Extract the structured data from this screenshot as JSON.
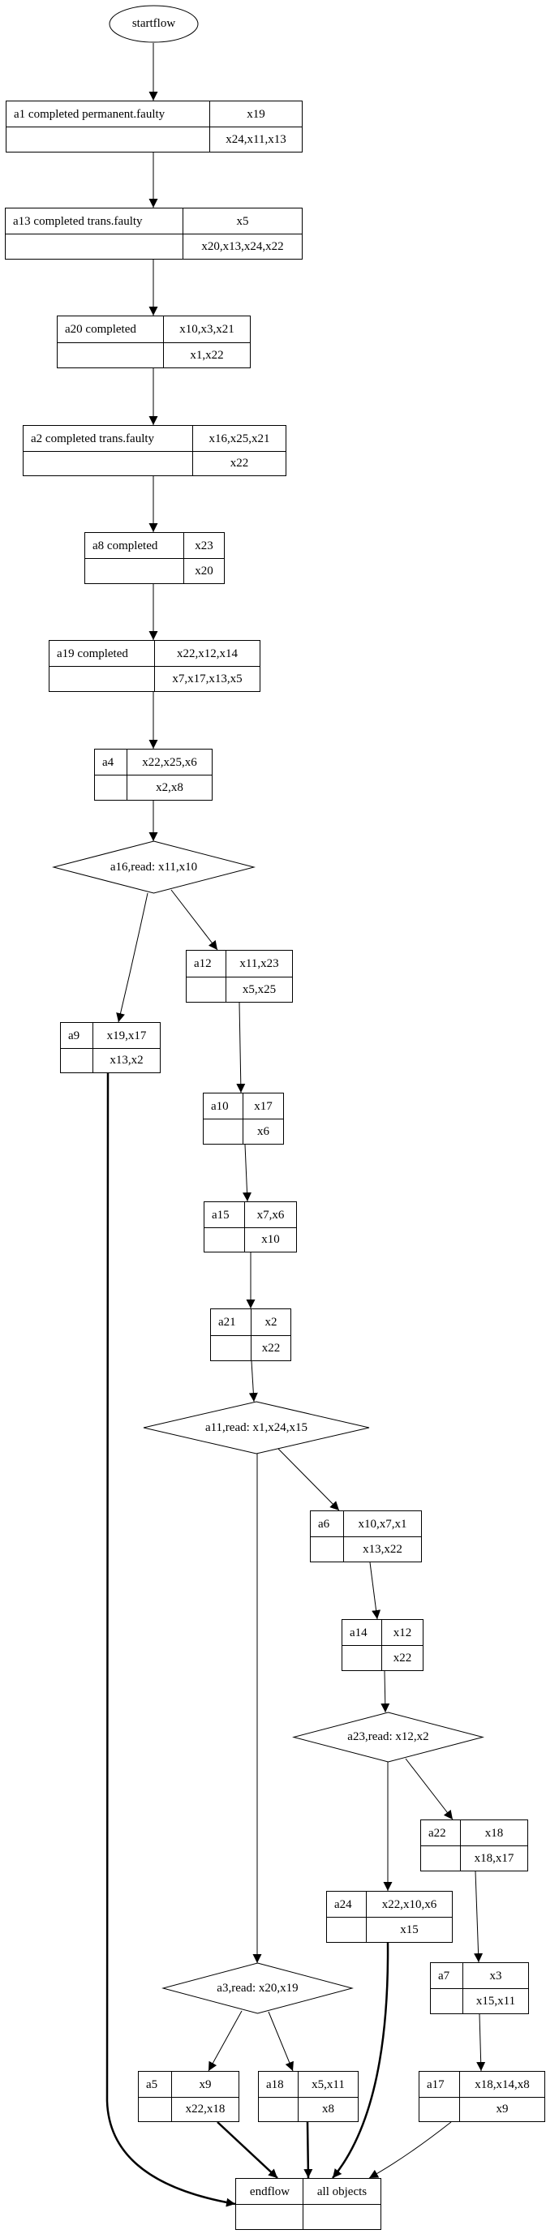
{
  "start": {
    "label": "startflow"
  },
  "nodes": {
    "a1": {
      "name": "a1  completed permanent.faulty",
      "top": "x19",
      "bottom": "x24,x11,x13"
    },
    "a13": {
      "name": "a13  completed trans.faulty",
      "top": "x5",
      "bottom": "x20,x13,x24,x22"
    },
    "a20": {
      "name": "a20  completed",
      "top": "x10,x3,x21",
      "bottom": "x1,x22"
    },
    "a2": {
      "name": "a2  completed trans.faulty",
      "top": "x16,x25,x21",
      "bottom": "x22"
    },
    "a8": {
      "name": "a8  completed",
      "top": "x23",
      "bottom": "x20"
    },
    "a19": {
      "name": "a19  completed",
      "top": "x22,x12,x14",
      "bottom": "x7,x17,x13,x5"
    },
    "a4": {
      "name": "a4",
      "top": "x22,x25,x6",
      "bottom": "x2,x8"
    },
    "a12": {
      "name": "a12",
      "top": "x11,x23",
      "bottom": "x5,x25"
    },
    "a9": {
      "name": "a9",
      "top": "x19,x17",
      "bottom": "x13,x2"
    },
    "a10": {
      "name": "a10",
      "top": "x17",
      "bottom": "x6"
    },
    "a15": {
      "name": "a15",
      "top": "x7,x6",
      "bottom": "x10"
    },
    "a21": {
      "name": "a21",
      "top": "x2",
      "bottom": "x22"
    },
    "a6": {
      "name": "a6",
      "top": "x10,x7,x1",
      "bottom": "x13,x22"
    },
    "a14": {
      "name": "a14",
      "top": "x12",
      "bottom": "x22"
    },
    "a22": {
      "name": "a22",
      "top": "x18",
      "bottom": "x18,x17"
    },
    "a24": {
      "name": "a24",
      "top": "x22,x10,x6",
      "bottom": "x15"
    },
    "a7": {
      "name": "a7",
      "top": "x3",
      "bottom": "x15,x11"
    },
    "a5": {
      "name": "a5",
      "top": "x9",
      "bottom": "x22,x18"
    },
    "a18": {
      "name": "a18",
      "top": "x5,x11",
      "bottom": "x8"
    },
    "a17": {
      "name": "a17",
      "top": "x18,x14,x8",
      "bottom": "x9"
    },
    "end": {
      "name": "endflow",
      "top": "all objects",
      "bottom": ""
    }
  },
  "decisions": {
    "a16": "a16,read: x11,x10",
    "a11": "a11,read: x1,x24,x15",
    "a23": "a23,read: x12,x2",
    "a3": "a3,read: x20,x19"
  }
}
